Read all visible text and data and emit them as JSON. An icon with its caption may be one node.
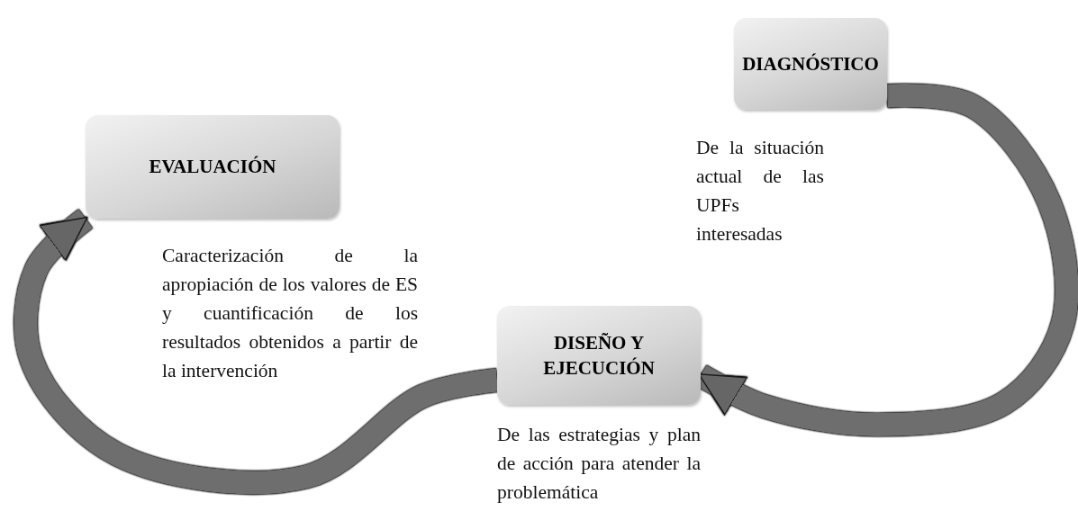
{
  "diagram": {
    "nodes": [
      {
        "text": [
          "DIAGNÓSTICO"
        ],
        "beside": [
          "De la situación actual de las UPFs interesadas"
        ]
      },
      {
        "text": [
          "EVALUACIÓN"
        ],
        "beside": [
          "Caracterización de la apropiación de los valores de ES y cuantificación de los resultados obtenidos a partir de la intervención"
        ]
      },
      {
        "text": [
          "DISEÑO Y EJECUCIÓN"
        ],
        "beside": [
          "De las estrategias y plan de acción para atender la problemática"
        ]
      }
    ],
    "edges": [
      {
        "from": 0,
        "to": 2,
        "arrow": "to"
      },
      {
        "from": 2,
        "to": 1,
        "arrow": "to"
      }
    ]
  }
}
